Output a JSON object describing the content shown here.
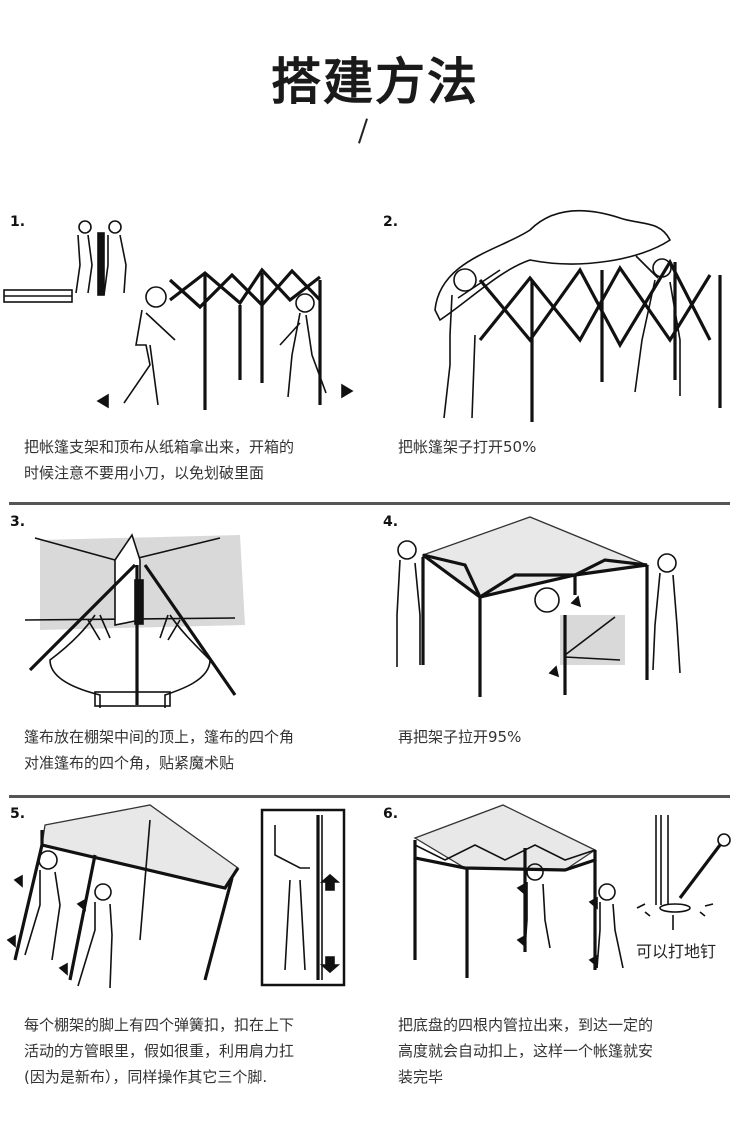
{
  "page": {
    "title": "搭建方法",
    "subtitle_mark": "/"
  },
  "steps": [
    {
      "number": "1.",
      "illustration": "two-people-unpacking-and-expanding-frame",
      "caption_lines": [
        "把帐篷支架和顶布从纸箱拿出来，开箱的",
        "时候注意不要用小刀，以免划破里面"
      ]
    },
    {
      "number": "2.",
      "illustration": "frame-opened-half-with-canopy-draped",
      "caption_lines": [
        "把帐篷架子打开50%"
      ]
    },
    {
      "number": "3.",
      "illustration": "canopy-corner-velcro-attach",
      "caption_lines": [
        "篷布放在棚架中间的顶上，篷布的四个角",
        "对准篷布的四个角，贴紧魔术贴"
      ]
    },
    {
      "number": "4.",
      "illustration": "frame-opened-95-with-lock-detail",
      "caption_lines": [
        "再把架子拉开95%"
      ]
    },
    {
      "number": "5.",
      "illustration": "raising-legs-with-spring-clips",
      "caption_lines": [
        "每个棚架的脚上有四个弹簧扣，扣在上下",
        "活动的方管眼里，假如很重，利用肩力扛",
        "(因为是新布），同样操作其它三个脚."
      ]
    },
    {
      "number": "6.",
      "illustration": "extend-inner-legs-and-stake",
      "caption_lines": [
        "把底盘的四根内管拉出来，到达一定的",
        "高度就会自动扣上，这样一个帐篷就安",
        "装完毕"
      ],
      "annotation": "可以打地钉"
    }
  ]
}
